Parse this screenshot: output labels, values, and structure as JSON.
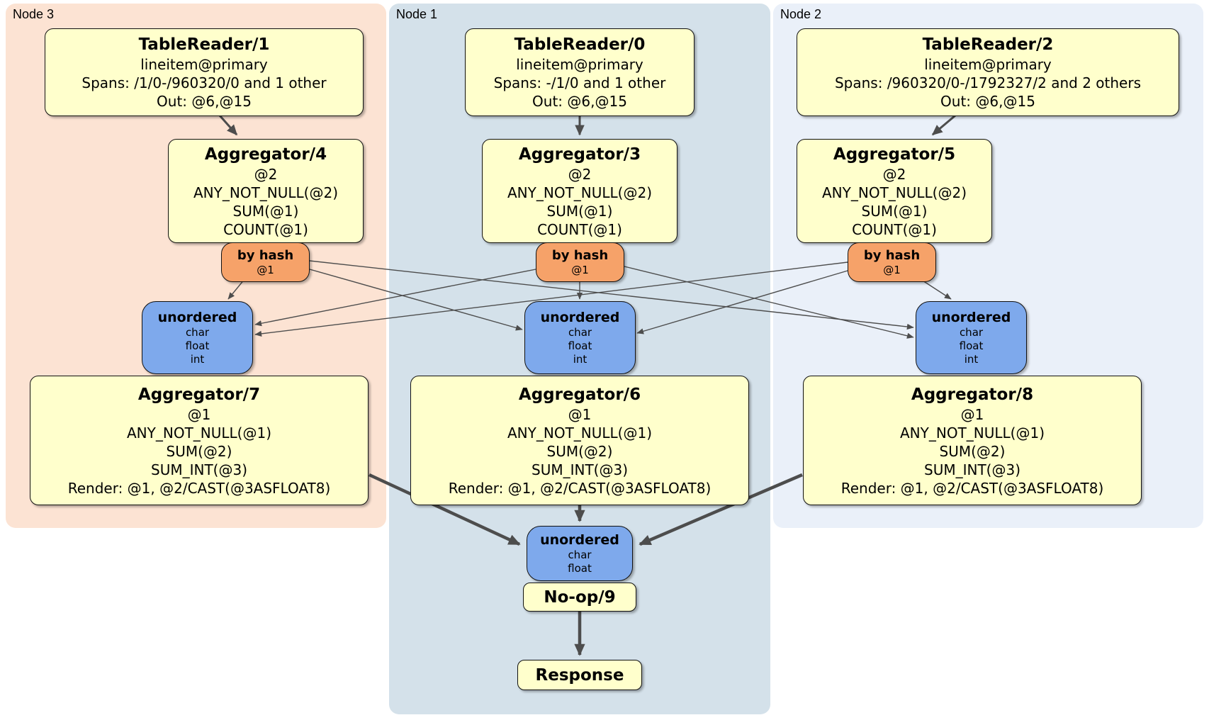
{
  "regions": {
    "node3": {
      "label": "Node 3"
    },
    "node1": {
      "label": "Node 1"
    },
    "node2": {
      "label": "Node 2"
    }
  },
  "boxes": {
    "tablereader1": {
      "title": "TableReader/1",
      "lines": [
        "lineitem@primary",
        "Spans: /1/0-/960320/0 and 1 other",
        "Out: @6,@15"
      ]
    },
    "tablereader0": {
      "title": "TableReader/0",
      "lines": [
        "lineitem@primary",
        "Spans: -/1/0 and 1 other",
        "Out: @6,@15"
      ]
    },
    "tablereader2": {
      "title": "TableReader/2",
      "lines": [
        "lineitem@primary",
        "Spans: /960320/0-/1792327/2 and 2 others",
        "Out: @6,@15"
      ]
    },
    "aggregator4": {
      "title": "Aggregator/4",
      "lines": [
        "@2",
        "ANY_NOT_NULL(@2)",
        "SUM(@1)",
        "COUNT(@1)"
      ]
    },
    "aggregator3": {
      "title": "Aggregator/3",
      "lines": [
        "@2",
        "ANY_NOT_NULL(@2)",
        "SUM(@1)",
        "COUNT(@1)"
      ]
    },
    "aggregator5": {
      "title": "Aggregator/5",
      "lines": [
        "@2",
        "ANY_NOT_NULL(@2)",
        "SUM(@1)",
        "COUNT(@1)"
      ]
    },
    "byhash_node3": {
      "title": "by hash",
      "lines": [
        "@1"
      ]
    },
    "byhash_node1": {
      "title": "by hash",
      "lines": [
        "@1"
      ]
    },
    "byhash_node2": {
      "title": "by hash",
      "lines": [
        "@1"
      ]
    },
    "unordered_node3": {
      "title": "unordered",
      "lines": [
        "char",
        "float",
        "int"
      ]
    },
    "unordered_node1": {
      "title": "unordered",
      "lines": [
        "char",
        "float",
        "int"
      ]
    },
    "unordered_node2": {
      "title": "unordered",
      "lines": [
        "char",
        "float",
        "int"
      ]
    },
    "aggregator7": {
      "title": "Aggregator/7",
      "lines": [
        "@1",
        "ANY_NOT_NULL(@1)",
        "SUM(@2)",
        "SUM_INT(@3)",
        "Render: @1, @2/CAST(@3ASFLOAT8)"
      ]
    },
    "aggregator6": {
      "title": "Aggregator/6",
      "lines": [
        "@1",
        "ANY_NOT_NULL(@1)",
        "SUM(@2)",
        "SUM_INT(@3)",
        "Render: @1, @2/CAST(@3ASFLOAT8)"
      ]
    },
    "aggregator8": {
      "title": "Aggregator/8",
      "lines": [
        "@1",
        "ANY_NOT_NULL(@1)",
        "SUM(@2)",
        "SUM_INT(@3)",
        "Render: @1, @2/CAST(@3ASFLOAT8)"
      ]
    },
    "unordered_final": {
      "title": "unordered",
      "lines": [
        "char",
        "float"
      ]
    },
    "noop9": {
      "title": "No-op/9"
    },
    "response": {
      "title": "Response"
    }
  },
  "colors": {
    "node3_bg": "#fce3d3",
    "node1_bg": "#d4e1ea",
    "node2_bg": "#eaf0f9",
    "processor_bg": "#ffffcc",
    "router_bg": "#f6a269",
    "sync_bg": "#7ea9ec",
    "edge": "#4d4d4d"
  }
}
